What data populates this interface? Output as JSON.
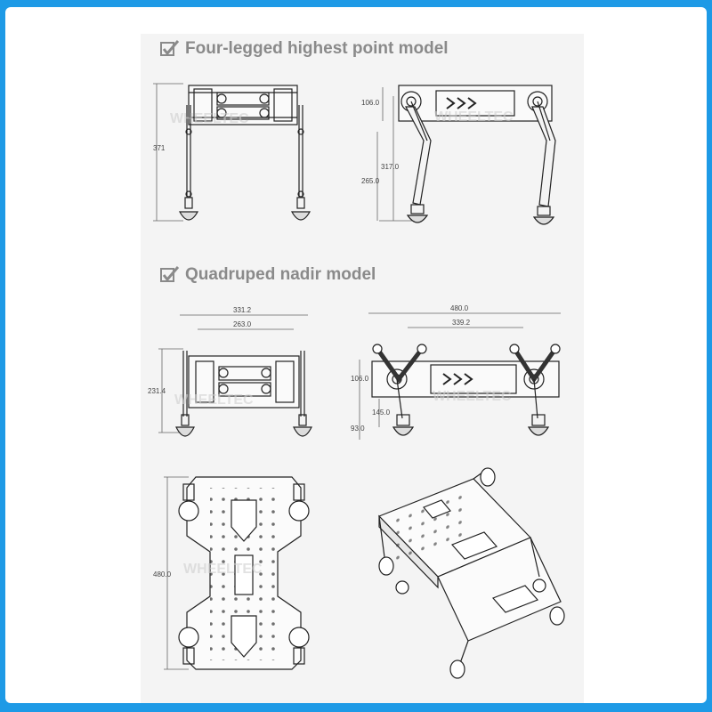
{
  "sections": [
    {
      "heading": "Four-legged highest point model",
      "icon": "checkmark-icon"
    },
    {
      "heading": "Quadruped nadir model",
      "icon": "checkmark-icon"
    }
  ],
  "watermark": "WHEELTEC",
  "dimensions": {
    "high_front_height": "371",
    "high_side_body": "106.0",
    "high_side_total": "317.0",
    "high_side_leg": "265.0",
    "nadir_front_width_outer": "331.2",
    "nadir_front_width_inner": "263.0",
    "nadir_front_height": "231.4",
    "nadir_side_length": "480.0",
    "nadir_side_inner": "339.2",
    "nadir_side_body": "106.0",
    "nadir_side_leg": "145.0",
    "nadir_side_foot": "93.0",
    "plate_length": "480.0"
  },
  "colors": {
    "background": "#1e9ae6",
    "panel": "#f4f4f4",
    "heading": "#8a8a8a",
    "line": "#222222"
  }
}
